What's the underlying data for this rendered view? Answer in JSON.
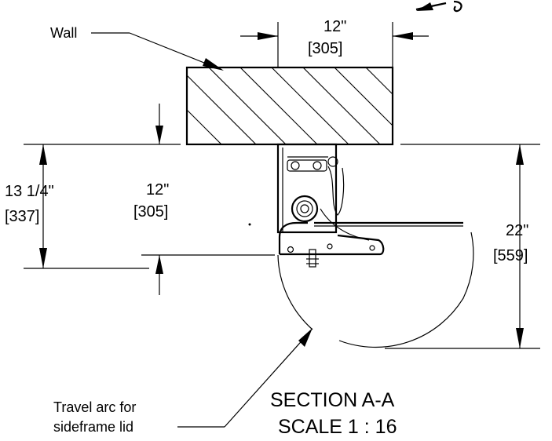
{
  "labels": {
    "wall": "Wall",
    "top_width_in": "12\"",
    "top_width_mm": "[305]",
    "left_height_in": "13 1/4\"",
    "left_height_mm": "[337]",
    "inner_height_in": "12\"",
    "inner_height_mm": "[305]",
    "right_height_in": "22\"",
    "right_height_mm": "[559]",
    "arc_note_line1": "Travel arc for",
    "arc_note_line2": "sideframe lid",
    "section_title": "SECTION A-A",
    "section_scale": "SCALE 1 : 16"
  },
  "colors": {
    "line": "#000000",
    "background": "#ffffff"
  }
}
